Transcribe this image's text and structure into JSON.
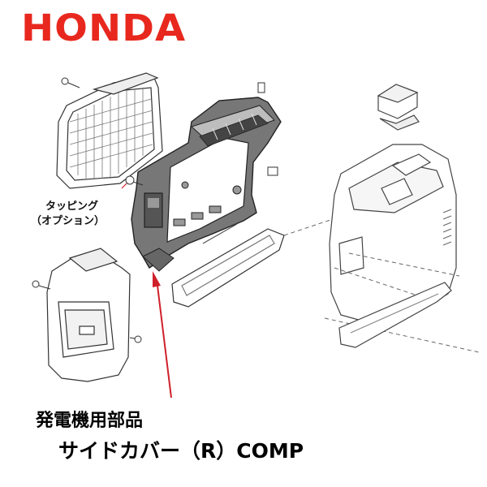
{
  "brand": {
    "name": "HONDA",
    "color": "#e8281e"
  },
  "callout": {
    "line1": "タッピング",
    "line2": "（オプション）",
    "arrow_color": "#d0202a"
  },
  "caption": {
    "category": "発電機用部品",
    "part_name": "サイドカバー（R）COMP"
  },
  "highlight_color": "#555555",
  "icons": {
    "tapping-screw": "screw-icon",
    "bolt": "bolt-icon"
  }
}
